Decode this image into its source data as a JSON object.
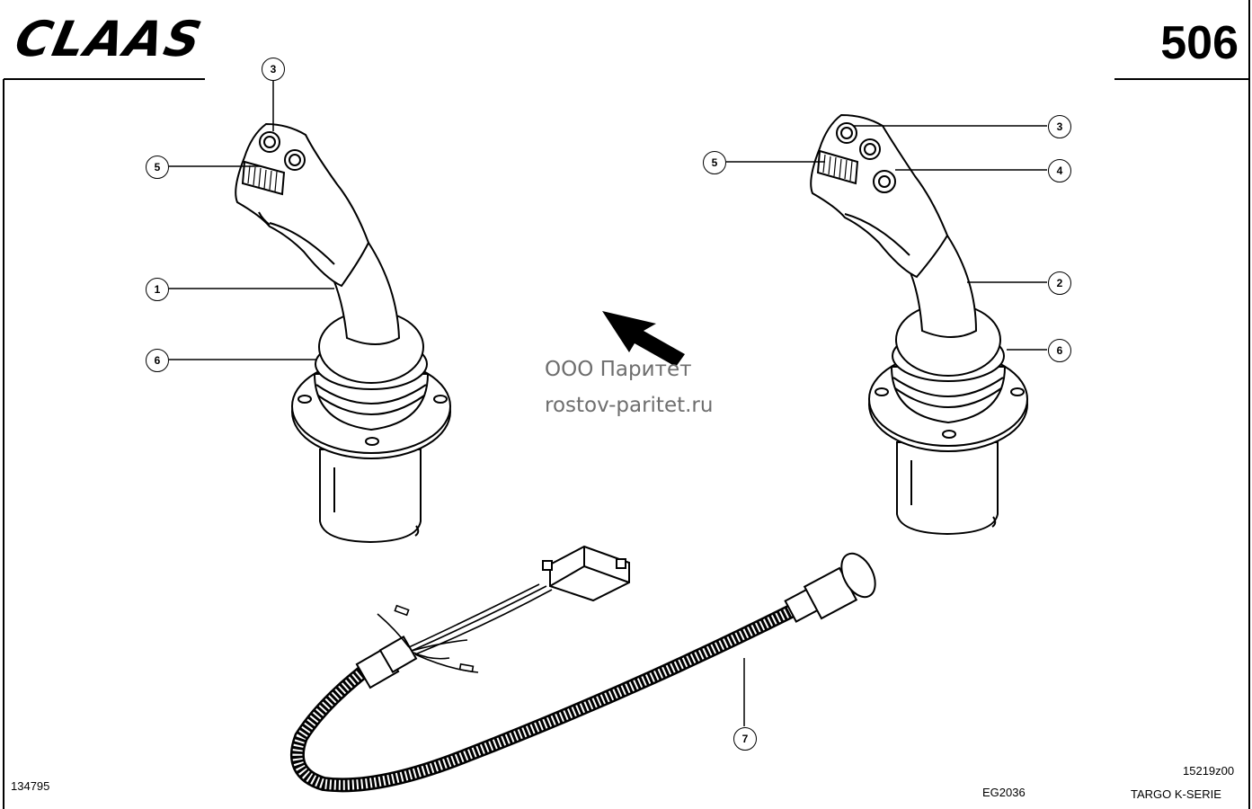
{
  "header": {
    "brand": "CLAAS",
    "page_number": "506"
  },
  "callouts": [
    "3",
    "5",
    "1",
    "6",
    "3",
    "5",
    "4",
    "2",
    "6",
    "7"
  ],
  "watermark": {
    "line1": "ООО Паритет",
    "line2": "rostov-paritet.ru"
  },
  "footer": {
    "doc_number": "134795",
    "ref_code": "EG2036",
    "drawing_code": "15219z00",
    "series": "TARGO K-SERIE"
  },
  "icons": {
    "direction": "arrow-up-left-icon"
  }
}
